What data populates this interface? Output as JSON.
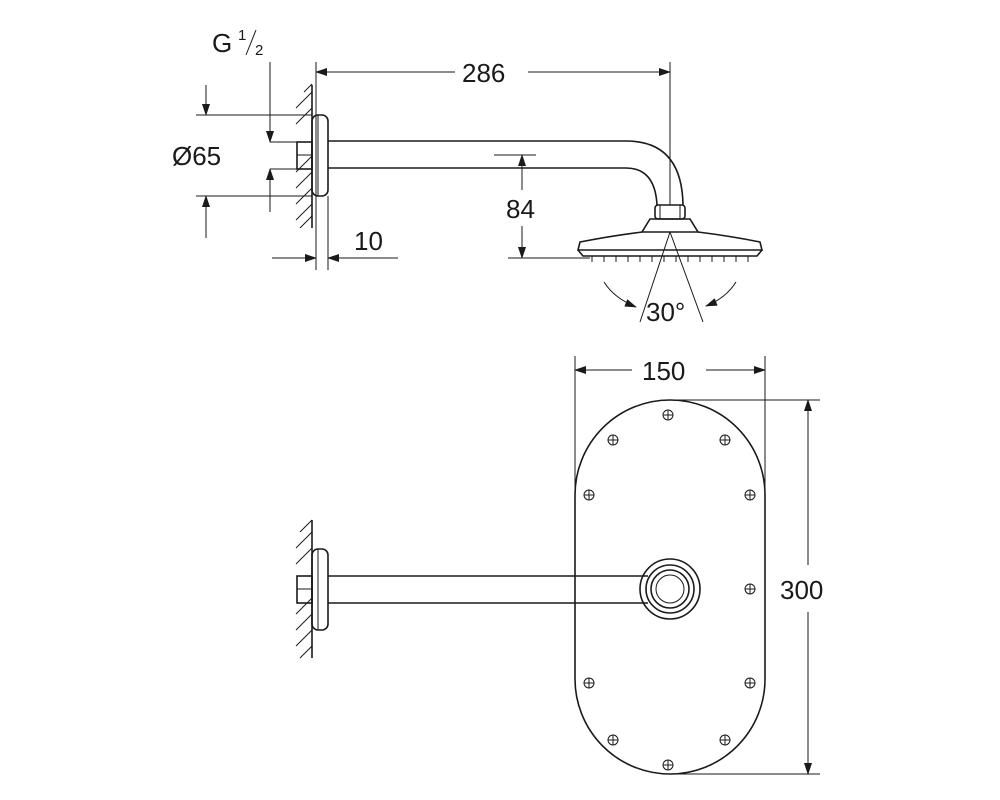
{
  "dimensions": {
    "thread_main": "G",
    "thread_num": "1",
    "thread_den": "2",
    "diameter": "Ø65",
    "arm_length": "286",
    "drop": "84",
    "rosette_depth": "10",
    "spray_angle": "30°",
    "head_width": "150",
    "head_length": "300"
  },
  "colors": {
    "line": "#1a1a1a",
    "background": "#ffffff"
  }
}
